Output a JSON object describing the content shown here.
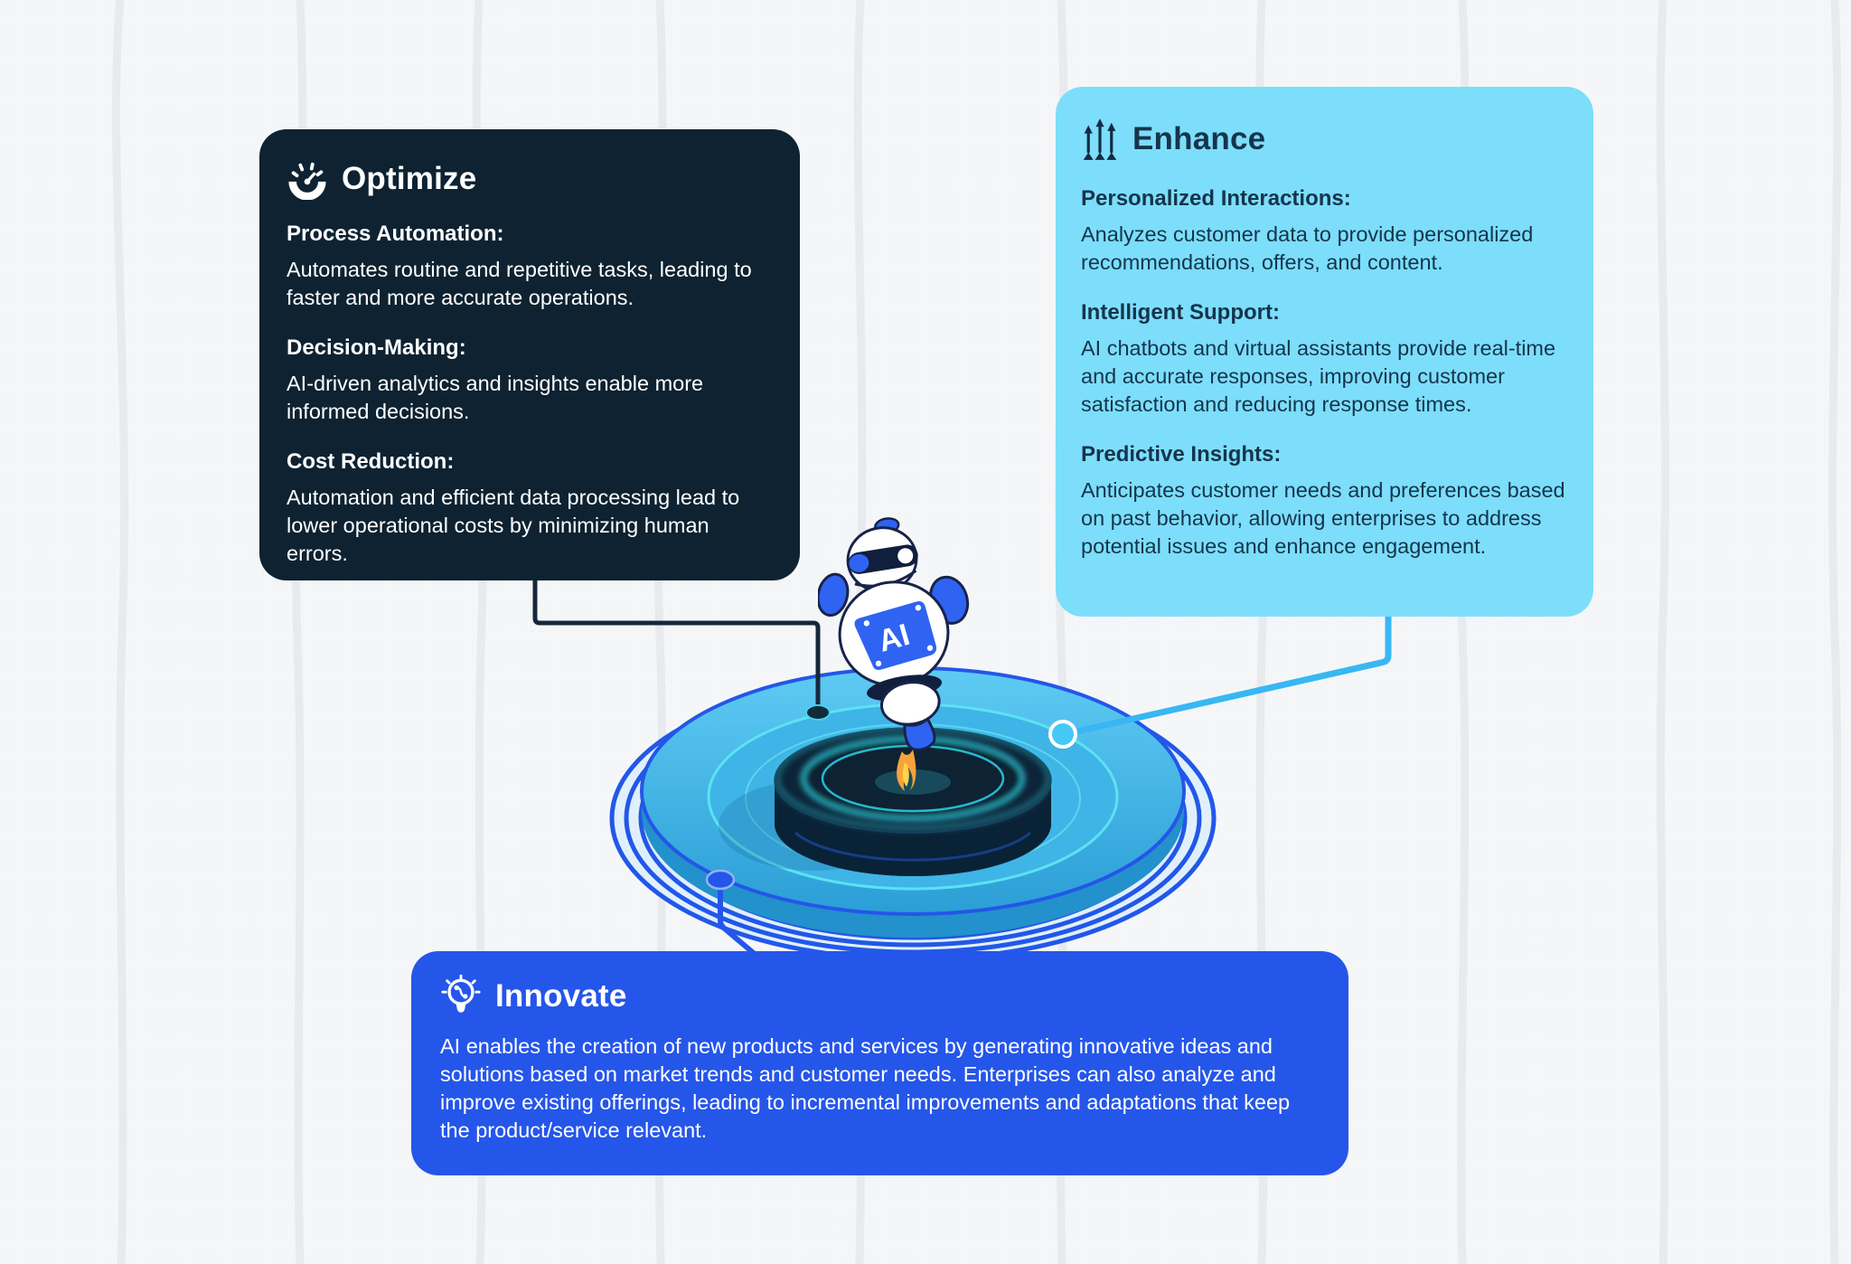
{
  "colors": {
    "page_bg": "#f5f6f8",
    "optimize_bg": "#0e2231",
    "enhance_bg": "#7cdefb",
    "innovate_bg": "#2556ea",
    "dark_connector": "#16283c",
    "cyan_connector": "#38b7f3",
    "blue_connector": "#2456ea",
    "enhance_text": "#15344c"
  },
  "cards": {
    "optimize": {
      "icon": "gauge-icon",
      "title": "Optimize",
      "sections": [
        {
          "heading": "Process Automation:",
          "body": "Automates routine and repetitive tasks, leading to faster and more accurate operations."
        },
        {
          "heading": "Decision-Making:",
          "body": "AI-driven analytics and insights enable more informed decisions."
        },
        {
          "heading": "Cost Reduction:",
          "body": "Automation and efficient data processing lead to lower operational costs by minimizing human errors."
        }
      ]
    },
    "enhance": {
      "icon": "growth-arrows-icon",
      "title": "Enhance",
      "sections": [
        {
          "heading": "Personalized Interactions:",
          "body": "Analyzes customer data to provide personalized recommendations, offers, and content."
        },
        {
          "heading": "Intelligent Support:",
          "body": "AI chatbots and virtual assistants provide real-time and accurate responses, improving customer satisfaction and reducing response times."
        },
        {
          "heading": "Predictive Insights:",
          "body": "Anticipates customer needs and preferences based on past behavior, allowing enterprises to address potential issues and enhance engagement."
        }
      ]
    },
    "innovate": {
      "icon": "lightbulb-gear-icon",
      "title": "Innovate",
      "body": "AI enables the creation of new products and services by generating innovative ideas and solutions based on market trends and customer needs. Enterprises can also analyze and improve existing offerings, leading to incremental improvements and adaptations that keep the product/service relevant."
    }
  },
  "robot": {
    "chest_label": "AI"
  }
}
